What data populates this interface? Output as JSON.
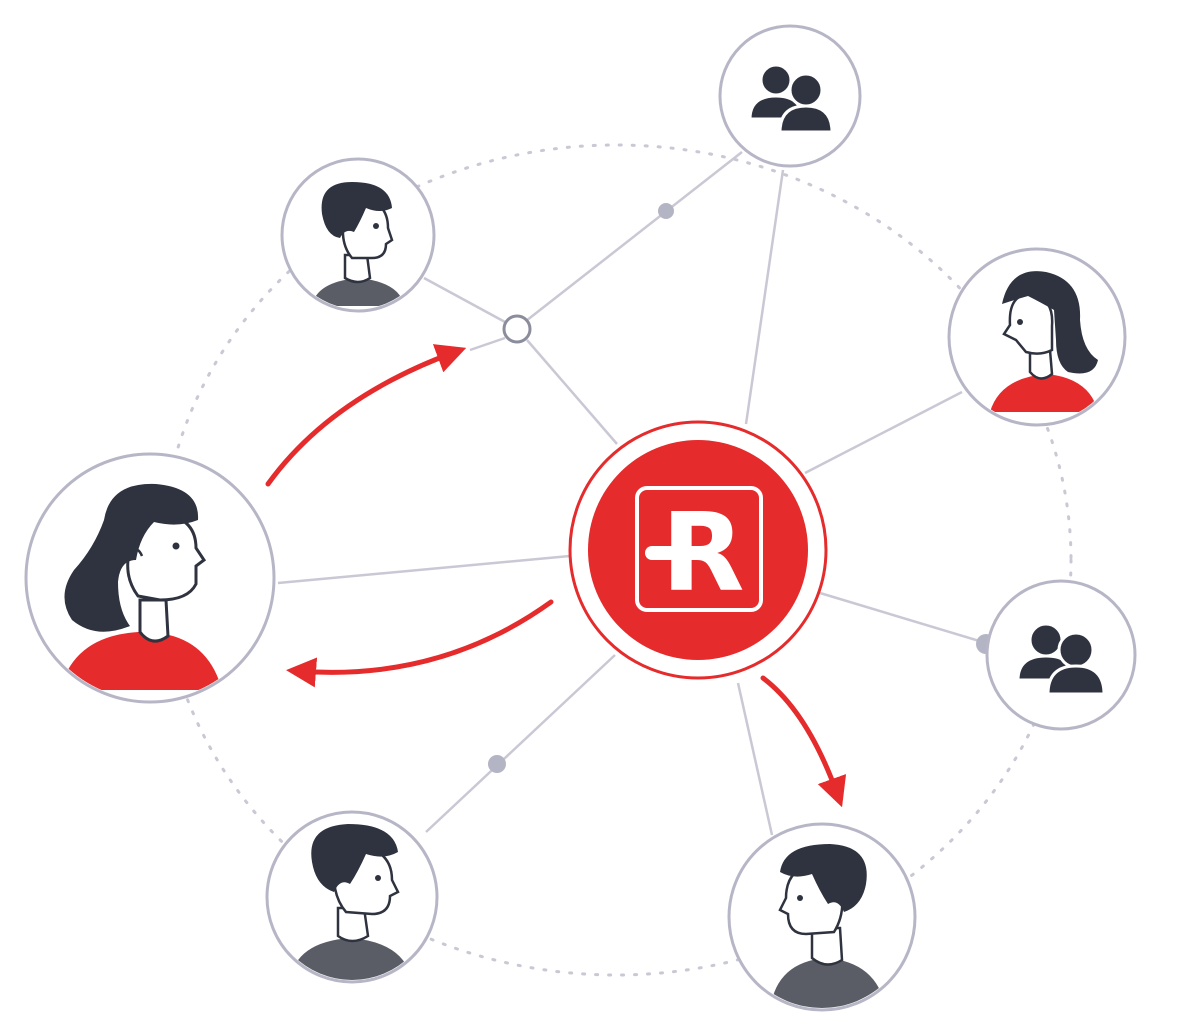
{
  "colors": {
    "accent": "#e52b2b",
    "dark": "#2f333f",
    "shirt_gray": "#5b5d66",
    "ring": "#b7b6c6",
    "line": "#c9c8d4",
    "node_dot": "#b4b5c4"
  },
  "hub": {
    "logo_letter": "R",
    "icon": "brand-r-logo"
  },
  "nodes": [
    {
      "id": "man-top-left",
      "kind": "person",
      "shirt": "gray",
      "hair": "short",
      "facing": "right"
    },
    {
      "id": "group-top",
      "kind": "group"
    },
    {
      "id": "woman-right",
      "kind": "person",
      "shirt": "red",
      "hair": "long",
      "facing": "left"
    },
    {
      "id": "woman-left-large",
      "kind": "person",
      "shirt": "red",
      "hair": "long",
      "facing": "right"
    },
    {
      "id": "group-right",
      "kind": "group"
    },
    {
      "id": "man-bottom-left",
      "kind": "person",
      "shirt": "gray",
      "hair": "short",
      "facing": "right"
    },
    {
      "id": "man-bottom-right",
      "kind": "person",
      "shirt": "gray",
      "hair": "short",
      "facing": "left"
    }
  ],
  "arrows": [
    {
      "id": "arrow-to-junction",
      "color": "accent"
    },
    {
      "id": "arrow-to-woman-left",
      "color": "accent"
    },
    {
      "id": "arrow-to-man-bottom-right",
      "color": "accent"
    }
  ]
}
